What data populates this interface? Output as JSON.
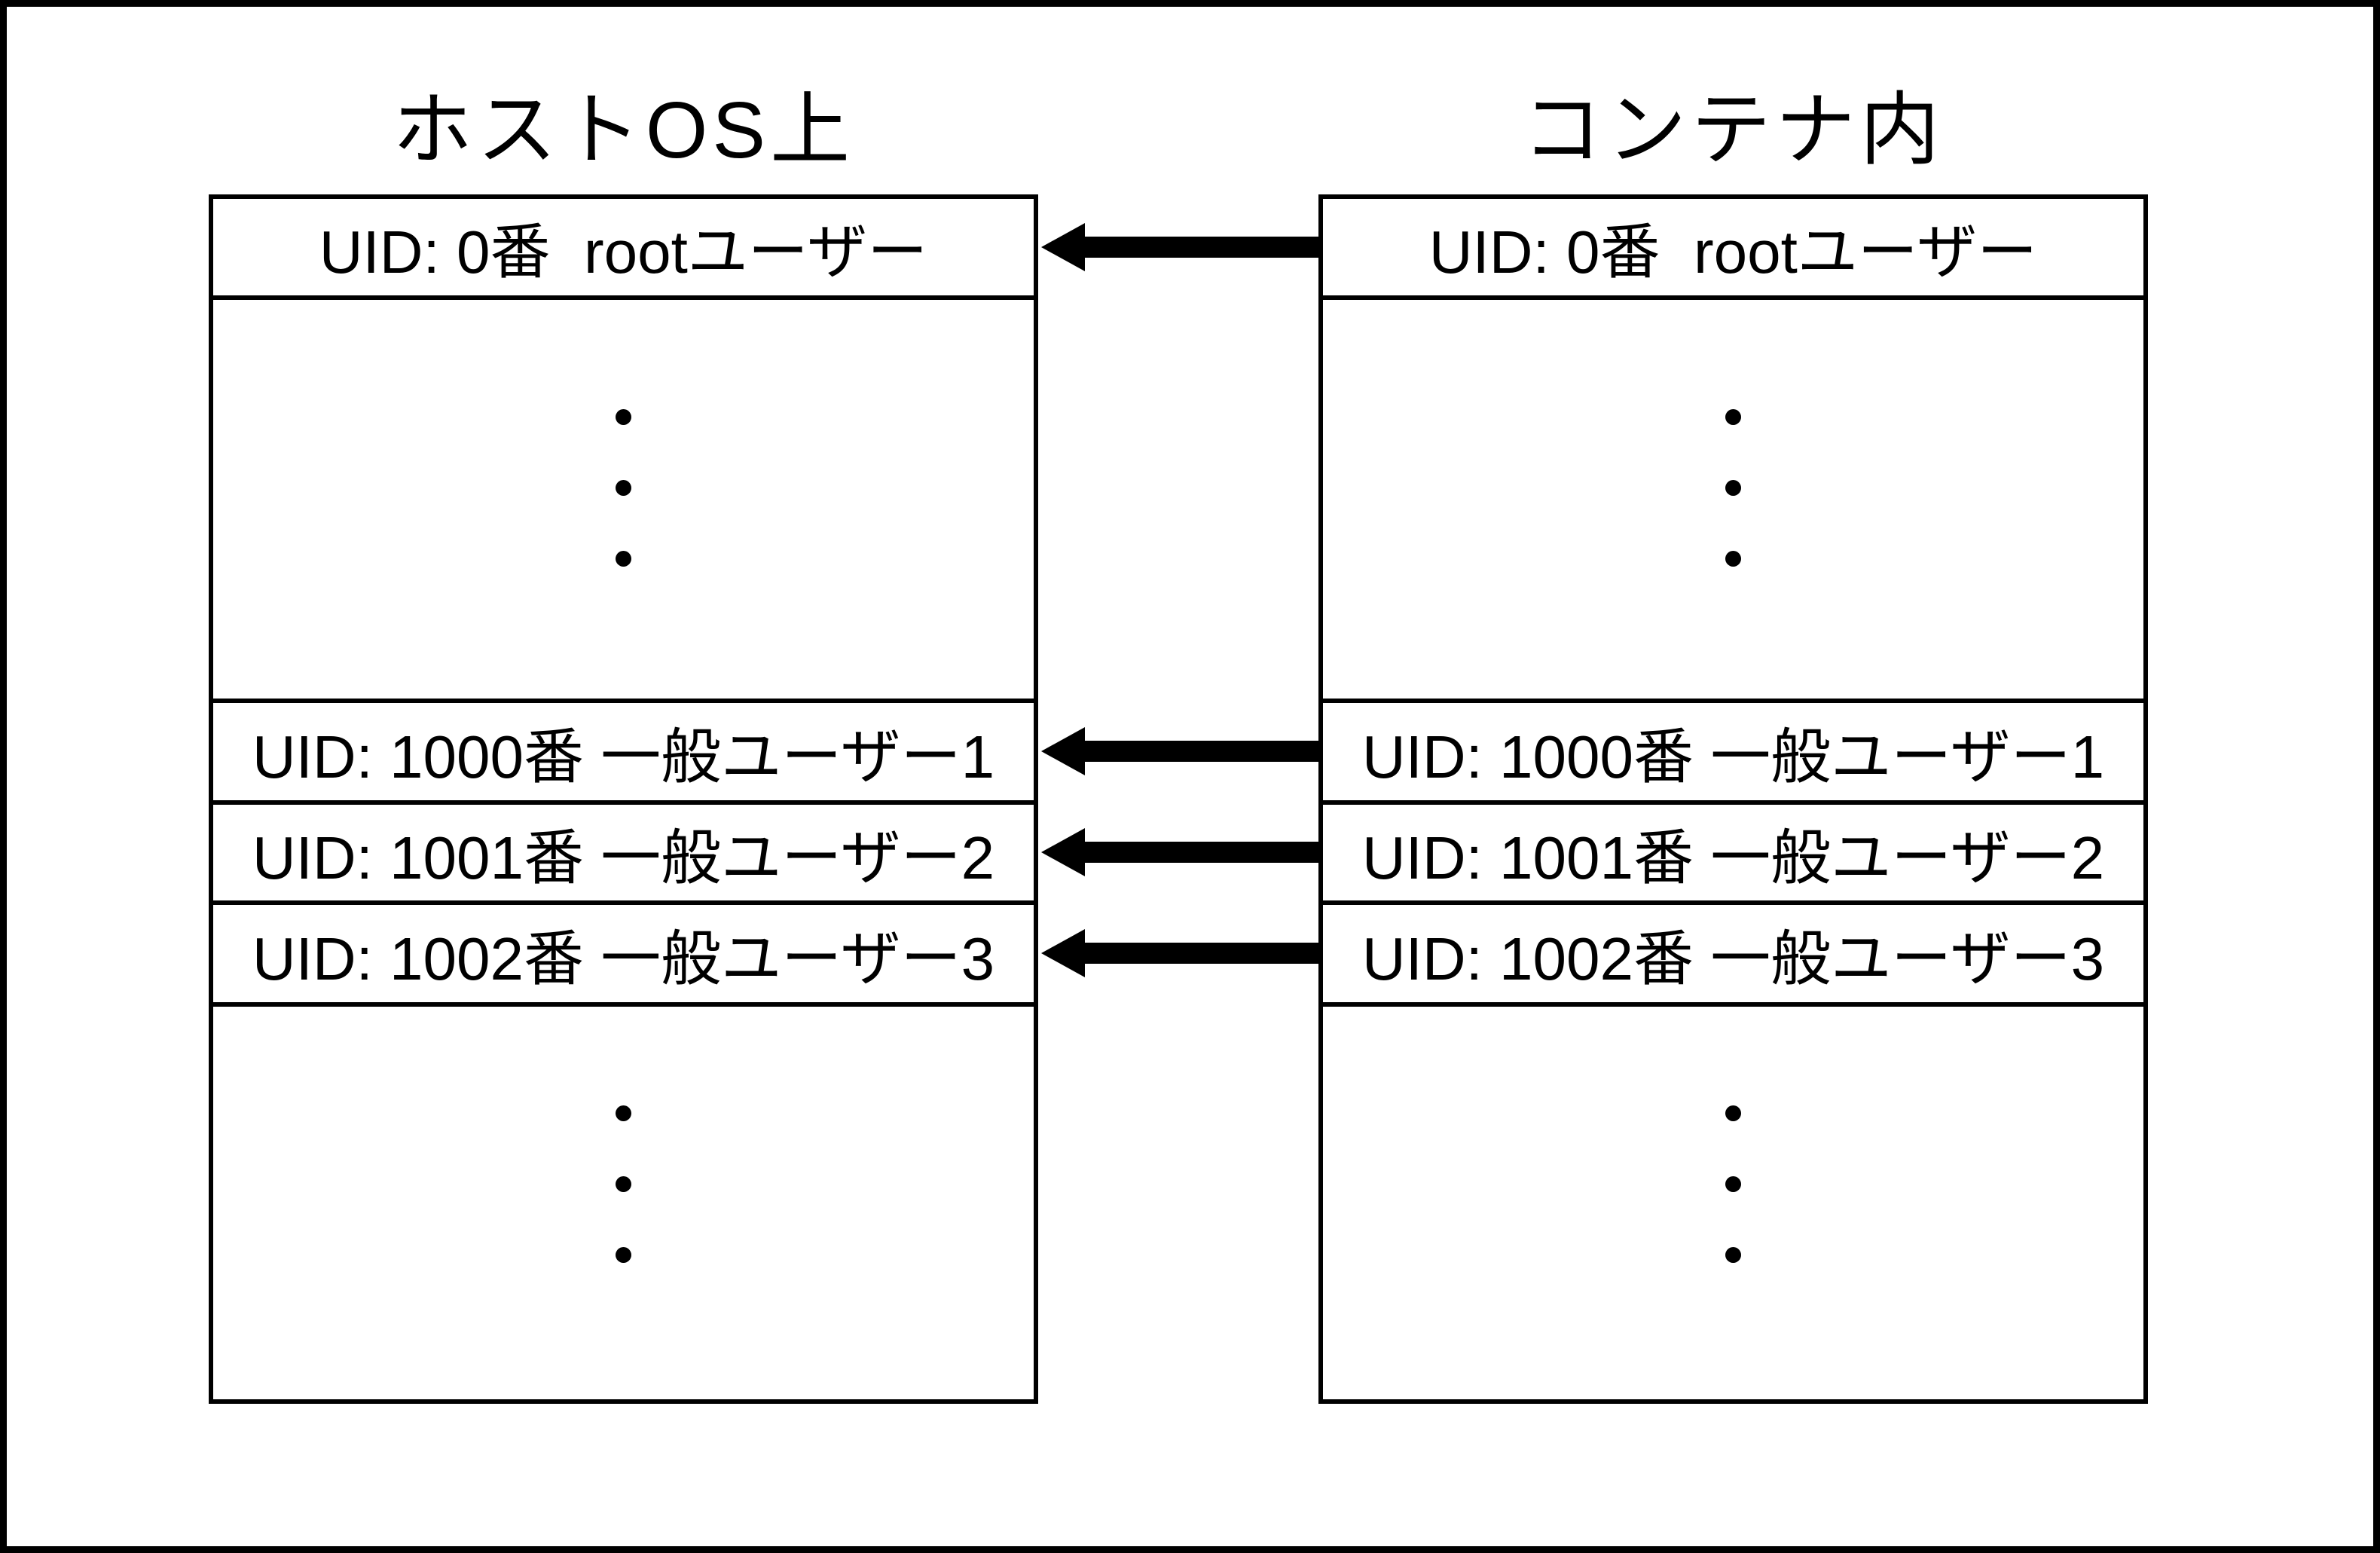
{
  "diagram": {
    "background_color": "#ffffff",
    "line_color": "#000000",
    "columns": {
      "host": {
        "title": "ホストOS上",
        "rows": {
          "root": "UID: 0番  rootユーザー",
          "user1": "UID: 1000番 一般ユーザー1",
          "user2": "UID: 1001番 一般ユーザー2",
          "user3": "UID: 1002番 一般ユーザー3"
        },
        "ellipsis_dot_count_top": 3,
        "ellipsis_dot_count_bottom": 3
      },
      "container": {
        "title": "コンテナ内",
        "rows": {
          "root": "UID: 0番  rootユーザー",
          "user1": "UID: 1000番 一般ユーザー1",
          "user2": "UID: 1001番 一般ユーザー2",
          "user3": "UID: 1002番 一般ユーザー3"
        },
        "ellipsis_dot_count_top": 3,
        "ellipsis_dot_count_bottom": 3
      }
    },
    "arrows": {
      "direction": "container-to-host",
      "count": 4,
      "mappings": [
        {
          "from": "container UID: 0番",
          "to": "host UID: 0番"
        },
        {
          "from": "container UID: 1000番",
          "to": "host UID: 1000番"
        },
        {
          "from": "container UID: 1001番",
          "to": "host UID: 1001番"
        },
        {
          "from": "container UID: 1002番",
          "to": "host UID: 1002番"
        }
      ]
    }
  }
}
